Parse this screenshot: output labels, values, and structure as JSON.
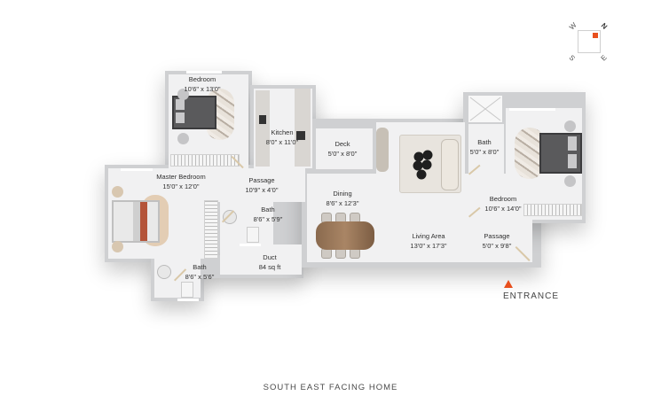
{
  "compass": {
    "labels": {
      "north": "N",
      "east": "E",
      "south": "S",
      "west": "W"
    },
    "marker_color": "#e8501e"
  },
  "rooms": {
    "bedroom_top": {
      "name": "Bedroom",
      "size": "10'6\" x 13'0\""
    },
    "kitchen": {
      "name": "Kitchen",
      "size": "8'0\" x 11'0\""
    },
    "deck": {
      "name": "Deck",
      "size": "5'0\" x 8'0\""
    },
    "master_bedroom": {
      "name": "Master Bedroom",
      "size": "15'0\" x 12'0\""
    },
    "passage_left": {
      "name": "Passage",
      "size": "10'9\" x 4'0\""
    },
    "bath_middle": {
      "name": "Bath",
      "size": "8'6\" x 5'9\""
    },
    "duct": {
      "name": "Duct",
      "size": "84 sq ft"
    },
    "bath_bottom": {
      "name": "Bath",
      "size": "8'6\" x 5'6\""
    },
    "dining": {
      "name": "Dining",
      "size": "8'6\" x 12'3\""
    },
    "living_area": {
      "name": "Living Area",
      "size": "13'0\" x 17'3\""
    },
    "bath_right": {
      "name": "Bath",
      "size": "5'0\" x 8'0\""
    },
    "bedroom_right": {
      "name": "Bedroom",
      "size": "10'6\" x 14'0\""
    },
    "passage_right": {
      "name": "Passage",
      "size": "5'0\" x 9'8\""
    }
  },
  "entrance": {
    "label": "ENTRANCE",
    "marker_color": "#e8501e"
  },
  "caption": "SOUTH EAST FACING HOME"
}
